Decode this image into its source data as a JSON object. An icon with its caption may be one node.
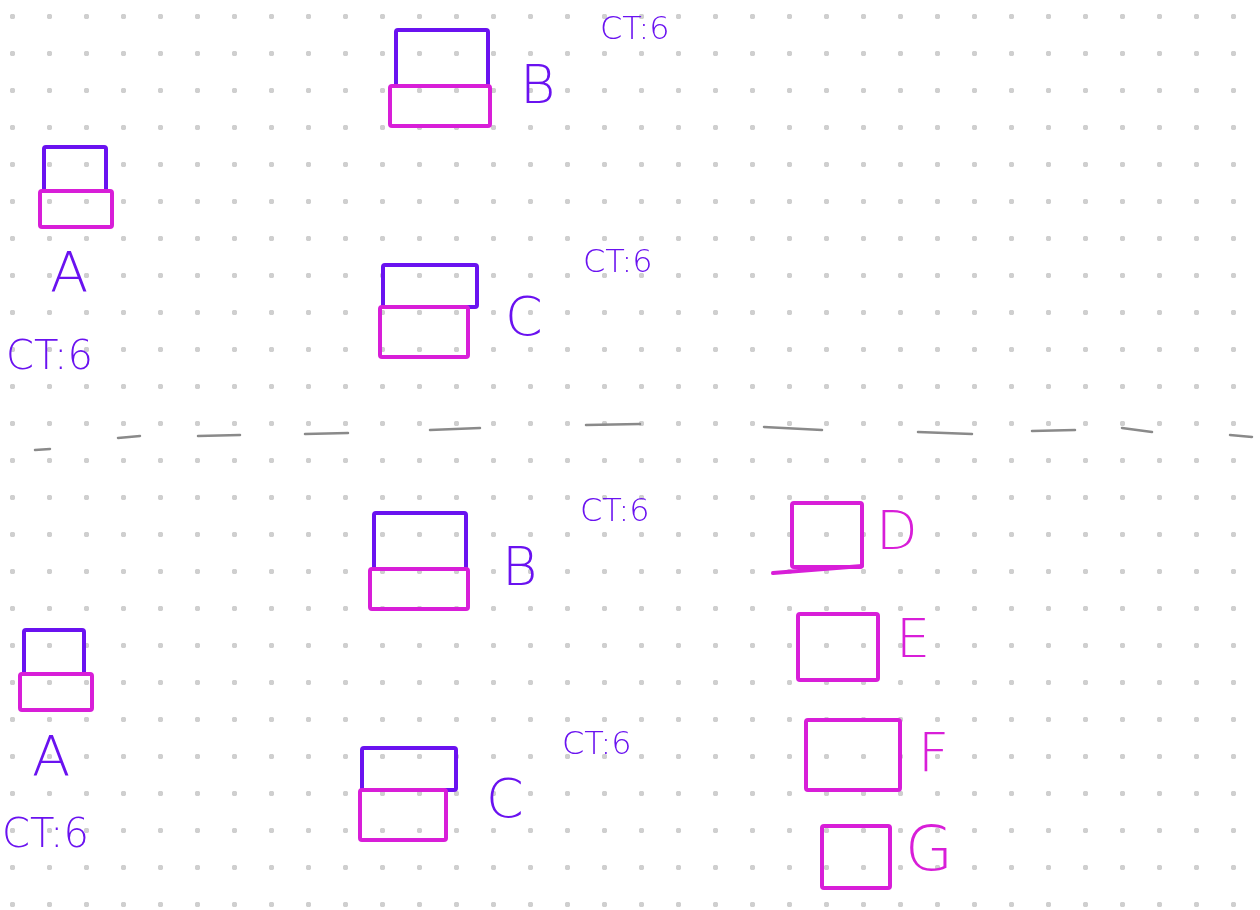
{
  "diagram": {
    "nodes": [
      {
        "text": [],
        "shape": "box"
      },
      {
        "text": [],
        "shape": "box"
      },
      {
        "text": [],
        "shape": "box"
      },
      {
        "text": [],
        "shape": "box"
      },
      {
        "text": [],
        "shape": "box"
      },
      {
        "text": [],
        "shape": "box"
      },
      {
        "text": [],
        "shape": "box"
      },
      {
        "text": [],
        "shape": "box"
      },
      {
        "text": [],
        "shape": "box"
      },
      {
        "text": [],
        "shape": "box"
      },
      {
        "text": [],
        "shape": "box"
      },
      {
        "text": [],
        "shape": "box"
      },
      {
        "text": [],
        "shape": "box"
      },
      {
        "text": [],
        "shape": "box"
      },
      {
        "text": [],
        "shape": "box"
      },
      {
        "text": [],
        "shape": "box"
      }
    ],
    "labels": [
      "CT:6",
      "B",
      "A",
      "CT:6",
      "C",
      "CT:6",
      "CT:6",
      "D",
      "B",
      "E",
      "CT:6",
      "A",
      "F",
      "C",
      "CT:6",
      "G"
    ]
  }
}
